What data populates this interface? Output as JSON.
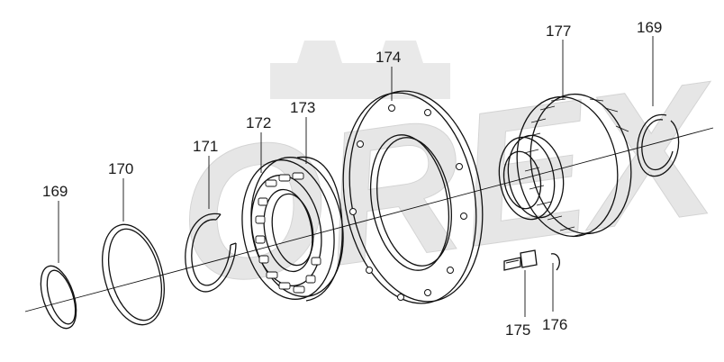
{
  "diagram": {
    "labels": [
      {
        "id": "169a",
        "text": "169"
      },
      {
        "id": "170",
        "text": "170"
      },
      {
        "id": "171",
        "text": "171"
      },
      {
        "id": "172",
        "text": "172"
      },
      {
        "id": "173",
        "text": "173"
      },
      {
        "id": "174",
        "text": "174"
      },
      {
        "id": "175",
        "text": "175"
      },
      {
        "id": "176",
        "text": "176"
      },
      {
        "id": "177",
        "text": "177"
      },
      {
        "id": "169b",
        "text": "169"
      }
    ],
    "watermark": "OREX"
  }
}
